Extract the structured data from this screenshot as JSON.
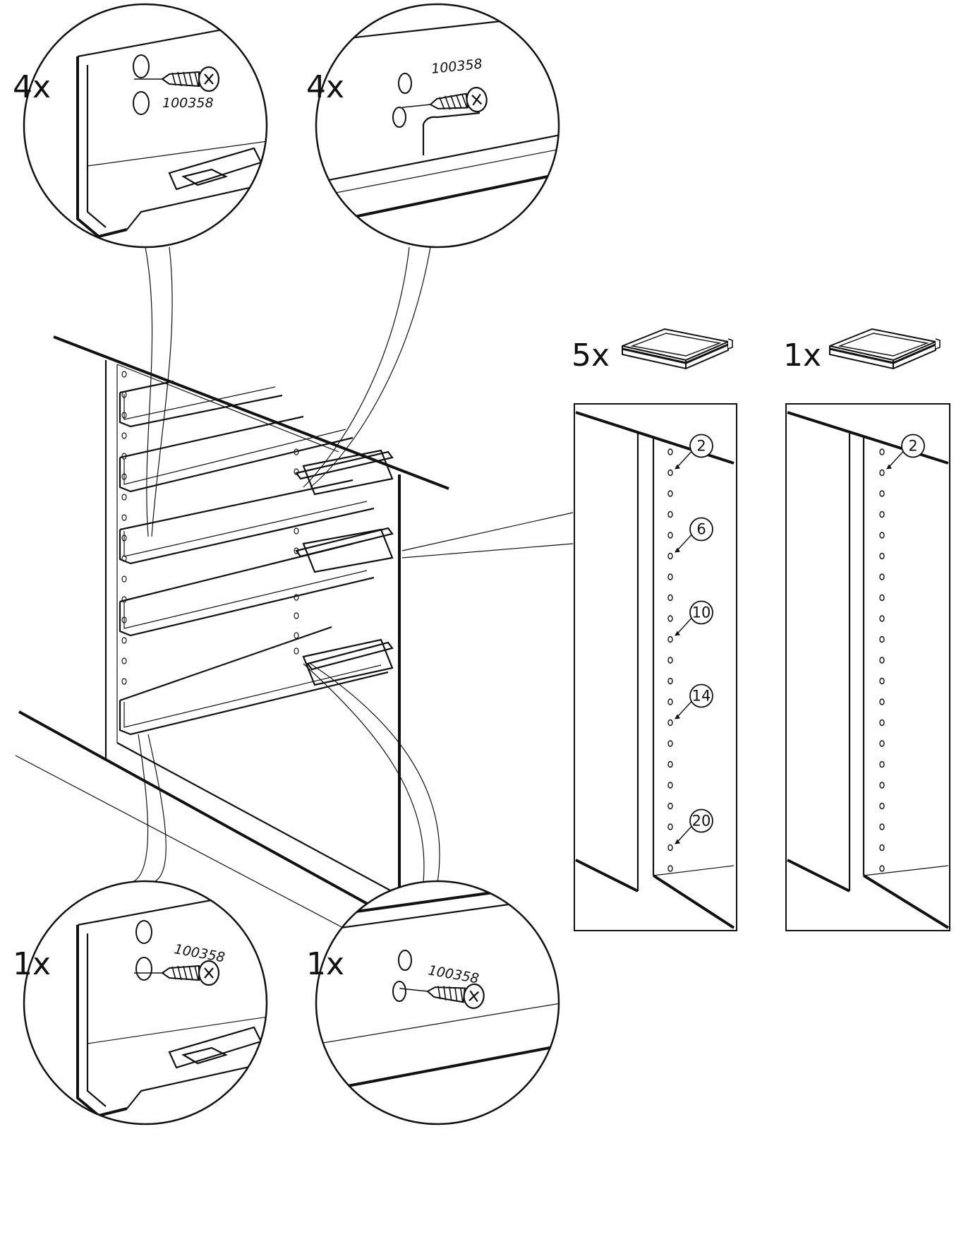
{
  "page": {
    "background": "#ffffff",
    "ink": "#111111"
  },
  "callouts": {
    "top_left": {
      "quantity": "4x",
      "part_number": "100358",
      "hardware": "screw-icon"
    },
    "top_right": {
      "quantity": "4x",
      "part_number": "100358",
      "hardware": "screw-icon"
    },
    "bottom_left": {
      "quantity": "1x",
      "part_number": "100358",
      "hardware": "screw-icon"
    },
    "bottom_right": {
      "quantity": "1x",
      "part_number": "100358",
      "hardware": "screw-icon"
    }
  },
  "drawer_options": [
    {
      "quantity": "5x",
      "item": "drawer-icon",
      "hole_numbers": [
        "2",
        "6",
        "10",
        "14",
        "20"
      ]
    },
    {
      "quantity": "1x",
      "item": "drawer-icon",
      "hole_numbers": [
        "2"
      ]
    }
  ]
}
